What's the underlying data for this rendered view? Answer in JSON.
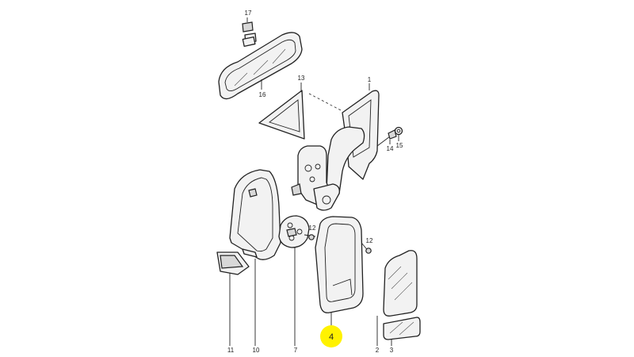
{
  "callouts": {
    "c17": "17",
    "c16": "16",
    "c13": "13",
    "c1": "1",
    "c14": "14",
    "c15": "15",
    "c12a": "12",
    "c12b": "12",
    "c11": "11",
    "c10": "10",
    "c7": "7",
    "c4": "4",
    "c2": "2",
    "c3": "3"
  },
  "highlight": {
    "color": "#fff200",
    "part": "4"
  }
}
